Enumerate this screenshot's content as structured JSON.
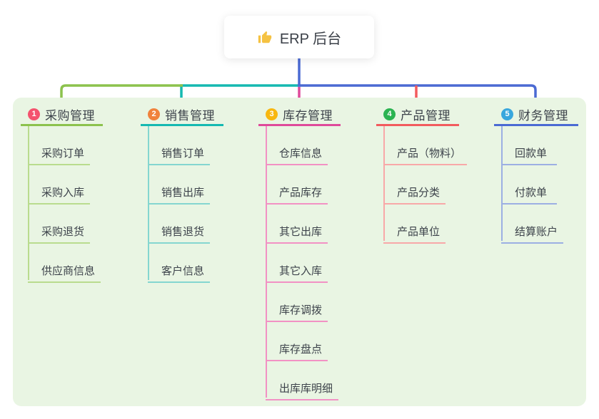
{
  "root": {
    "label": "ERP 后台",
    "icon": "thumbs-up-icon",
    "icon_color": "#f5c242",
    "line_color": "#4b6ad3"
  },
  "branches": [
    {
      "index": "1",
      "title": "采购管理",
      "color": "#8cc24d",
      "light_color": "#b9dc8e",
      "badge_color": "#f4536e",
      "children": [
        "采购订单",
        "采购入库",
        "采购退货",
        "供应商信息"
      ]
    },
    {
      "index": "2",
      "title": "销售管理",
      "color": "#15b9b1",
      "light_color": "#84d6d0",
      "badge_color": "#f0823c",
      "children": [
        "销售订单",
        "销售出库",
        "销售退货",
        "客户信息"
      ]
    },
    {
      "index": "3",
      "title": "库存管理",
      "color": "#df4a9b",
      "light_color": "#f291c4",
      "badge_color": "#f8b710",
      "children": [
        "仓库信息",
        "产品库存",
        "其它出库",
        "其它入库",
        "库存调拨",
        "库存盘点",
        "出库库明细"
      ]
    },
    {
      "index": "4",
      "title": "产品管理",
      "color": "#f25b5e",
      "light_color": "#f8a8a8",
      "badge_color": "#2bb351",
      "children": [
        "产品（物料）",
        "产品分类",
        "产品单位"
      ]
    },
    {
      "index": "5",
      "title": "财务管理",
      "color": "#4b6ad3",
      "light_color": "#9cafe3",
      "badge_color": "#39a7dd",
      "children": [
        "回款单",
        "付款单",
        "结算账户"
      ]
    }
  ],
  "colors": {
    "panel_bg": "#e9f5e3",
    "page_bg": "#ffffff"
  }
}
